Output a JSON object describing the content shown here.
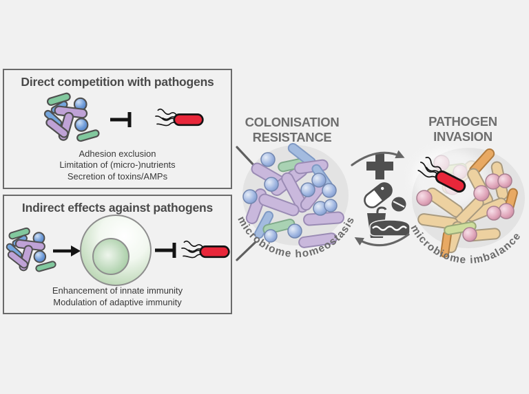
{
  "figure": {
    "panels": {
      "direct": {
        "title": "Direct competition with pathogens",
        "mechanisms": [
          "Adhesion exclusion",
          "Limitation of (micro-)nutrients",
          "Secretion of toxins/AMPs"
        ]
      },
      "indirect": {
        "title": "Indirect effects against pathogens",
        "mechanisms": [
          "Enhancement of innate immunity",
          "Modulation of adaptive immunity"
        ]
      }
    },
    "cycle": {
      "healthy": {
        "title_line1": "COLONISATION",
        "title_line2": "RESISTANCE",
        "caption": "microbiome homeostasis"
      },
      "diseased": {
        "title_line1": "PATHOGEN",
        "title_line2": "INVASION",
        "caption": "microbiome imbalance"
      },
      "perturbations": {
        "plus_symbol": "+",
        "icons": [
          "plus-icon",
          "pill-icon",
          "fast-food-icon"
        ]
      }
    },
    "colors": {
      "figure_bg": "#f1f1f1",
      "panel_border": "#6a6a6a",
      "title_gray": "#6e6e6e",
      "icon_gray": "#4f4f4f",
      "commensal_purple": "#c9b8dc",
      "commensal_blue": "#a3bbdf",
      "commensal_green": "#a9d2b3",
      "dysbiosis_tan": "#edd1a0",
      "dysbiosis_orange": "#e8a963",
      "dysbiosis_pink": "#dfa0b5",
      "pathogen_red": "#e8273a",
      "host_cell_green": "#b5d3ae",
      "circle_gray": "#e3e3e3"
    }
  }
}
